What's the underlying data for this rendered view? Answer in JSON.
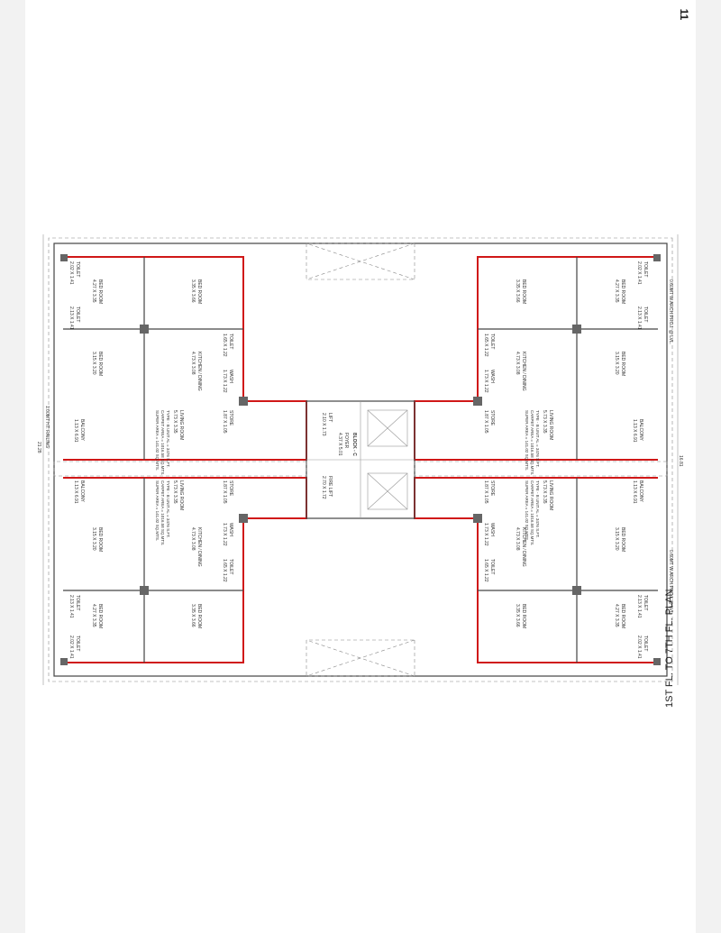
{
  "page": {
    "number": "11",
    "sheet_title": "1ST FL. TO 7TH FL. PLAN"
  },
  "plan": {
    "block_label": "BLOCK - C",
    "overall_width": "21.28",
    "overall_depth": "16.81",
    "lift_label": "LIFT",
    "lift_size": "2.10 X 1.73",
    "fire_lift_label": "FIRE LIFT",
    "fire_lift_size": "2.70 X 1.72",
    "foyer_label": "FOYER",
    "foyer_size": "4.37 X 5.01",
    "edge_notes": {
      "projection_left": "0.60MT W.ARCH.PROJ. @ LVL.",
      "projection_right": "0.60MT W.ARCH.PROJ. @ LVL.",
      "railing": "1.00MT HT. RAILING"
    },
    "units": [
      {
        "living": "LIVING ROOM",
        "living_size": "5.73 X 3.35",
        "kitchen": "KITCHEN / DINING",
        "kitchen_size": "4.73 X 3.08",
        "bed1": "BED ROOM",
        "bed1_size": "4.27 X 3.35",
        "bed2": "BED ROOM",
        "bed2_size": "3.15 X 3.20",
        "bed3": "BED ROOM",
        "bed3_size": "3.35 X 3.66",
        "toilet1": "TOILET",
        "toilet1_size": "2.02 X 1.41",
        "toilet2": "TOILET",
        "toilet2_size": "2.13 X 1.41",
        "toilet3": "TOILET",
        "toilet3_size": "1.65 X 1.22",
        "wash": "WASH",
        "wash_size": "1.73 X 1.22",
        "store": "STORE",
        "store_size": "1.87 X 1.05",
        "balcony": "BALCONY",
        "balcony_size": "1.13 X 6.91",
        "type_note": "TYPE - B UNIT AL = 3476 S.FT.",
        "carpet_note": "CARPET AREA = 1016.58 SQ.MTS.",
        "super_note": "SUPER AREA = 141.02 SQ.MTS."
      },
      {
        "living": "LIVING ROOM",
        "living_size": "5.73 X 3.35",
        "kitchen": "KITCHEN / DINING",
        "kitchen_size": "4.73 X 3.08",
        "bed1": "BED ROOM",
        "bed1_size": "4.27 X 3.35",
        "bed2": "BED ROOM",
        "bed2_size": "3.15 X 3.20",
        "bed3": "BED ROOM",
        "bed3_size": "3.35 X 3.66",
        "toilet1": "TOILET",
        "toilet1_size": "2.02 X 1.41",
        "toilet2": "TOILET",
        "toilet2_size": "2.13 X 1.41",
        "toilet3": "TOILET",
        "toilet3_size": "1.65 X 1.22",
        "wash": "WASH",
        "wash_size": "1.73 X 1.22",
        "store": "STORE",
        "store_size": "1.87 X 1.05",
        "balcony": "BALCONY",
        "balcony_size": "1.13 X 6.91",
        "type_note": "TYPE - B UNIT AL = 3476 S.FT.",
        "carpet_note": "CARPET AREA = 1016.58 SQ.MTS.",
        "super_note": "SUPER AREA = 141.02 SQ.MTS."
      },
      {
        "living": "LIVING ROOM",
        "living_size": "5.73 X 3.35",
        "kitchen": "KITCHEN / DINING",
        "kitchen_size": "4.73 X 3.08",
        "bed1": "BED ROOM",
        "bed1_size": "4.27 X 3.35",
        "bed2": "BED ROOM",
        "bed2_size": "3.15 X 3.20",
        "bed3": "BED ROOM",
        "bed3_size": "3.35 X 3.66",
        "toilet1": "TOILET",
        "toilet1_size": "2.02 X 1.41",
        "toilet2": "TOILET",
        "toilet2_size": "2.13 X 1.41",
        "toilet3": "TOILET",
        "toilet3_size": "1.65 X 1.22",
        "wash": "WASH",
        "wash_size": "1.73 X 1.22",
        "store": "STORE",
        "store_size": "1.87 X 1.05",
        "balcony": "BALCONY",
        "balcony_size": "1.13 X 6.91",
        "type_note": "TYPE - B UNIT AL = 3476 S.FT.",
        "carpet_note": "CARPET AREA = 1016.58 SQ.MTS.",
        "super_note": "SUPER AREA = 141.02 SQ.MTS."
      },
      {
        "living": "LIVING ROOM",
        "living_size": "5.73 X 3.35",
        "kitchen": "KITCHEN / DINING",
        "kitchen_size": "4.73 X 3.08",
        "bed1": "BED ROOM",
        "bed1_size": "4.27 X 3.35",
        "bed2": "BED ROOM",
        "bed2_size": "3.15 X 3.20",
        "bed3": "BED ROOM",
        "bed3_size": "3.35 X 3.66",
        "toilet1": "TOILET",
        "toilet1_size": "2.02 X 1.41",
        "toilet2": "TOILET",
        "toilet2_size": "2.13 X 1.41",
        "toilet3": "TOILET",
        "toilet3_size": "1.65 X 1.22",
        "wash": "WASH",
        "wash_size": "1.73 X 1.22",
        "store": "STORE",
        "store_size": "1.87 X 1.05",
        "balcony": "BALCONY",
        "balcony_size": "1.13 X 6.91",
        "type_note": "TYPE - B UNIT AL = 3476 S.FT.",
        "carpet_note": "CARPET AREA = 1016.58 SQ.MTS.",
        "super_note": "SUPER AREA = 141.02 SQ.MTS."
      }
    ]
  }
}
